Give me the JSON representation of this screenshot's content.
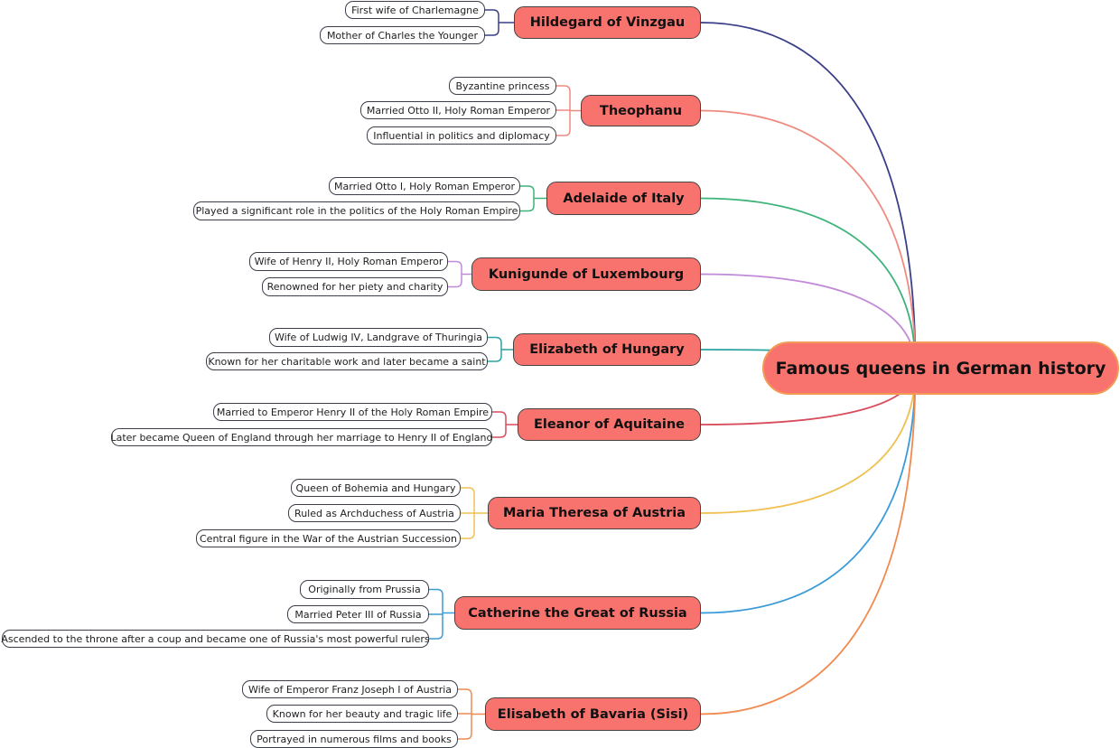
{
  "mindmap": {
    "root": {
      "label": "Famous queens in German history"
    },
    "branches": [
      {
        "label": "Hildegard of Vinzgau",
        "color": "#3a3f8a",
        "children": [
          "First wife of Charlemagne",
          "Mother of Charles the Younger"
        ]
      },
      {
        "label": "Theophanu",
        "color": "#f08a80",
        "children": [
          "Byzantine princess",
          "Married Otto II, Holy Roman Emperor",
          "Influential in politics and diplomacy"
        ]
      },
      {
        "label": "Adelaide of Italy",
        "color": "#3db37a",
        "children": [
          "Married Otto I, Holy Roman Emperor",
          "Played a significant role in the politics of the Holy Roman Empire"
        ]
      },
      {
        "label": "Kunigunde of Luxembourg",
        "color": "#c08ad8",
        "children": [
          "Wife of Henry II, Holy Roman Emperor",
          "Renowned for her piety and charity"
        ]
      },
      {
        "label": "Elizabeth of Hungary",
        "color": "#2ba3a0",
        "children": [
          "Wife of Ludwig IV, Landgrave of Thuringia",
          "Known for her charitable work and later became a saint"
        ]
      },
      {
        "label": "Eleanor of Aquitaine",
        "color": "#d94c5c",
        "children": [
          "Married to Emperor Henry II of the Holy Roman Empire",
          "Later became Queen of England through her marriage to Henry II of England"
        ]
      },
      {
        "label": "Maria Theresa of Austria",
        "color": "#f0c050",
        "children": [
          "Queen of Bohemia and Hungary",
          "Ruled as Archduchess of Austria",
          "Central figure in the War of the Austrian Succession"
        ]
      },
      {
        "label": "Catherine the Great of Russia",
        "color": "#3a9bd8",
        "children": [
          "Originally from Prussia",
          "Married Peter III of Russia",
          "Ascended to the throne after a coup and became one of Russia's most powerful rulers"
        ]
      },
      {
        "label": "Elisabeth of Bavaria (Sisi)",
        "color": "#f08a50",
        "children": [
          "Wife of Emperor Franz Joseph I of Austria",
          "Known for her beauty and tragic life",
          "Portrayed in numerous films and books"
        ]
      }
    ]
  }
}
